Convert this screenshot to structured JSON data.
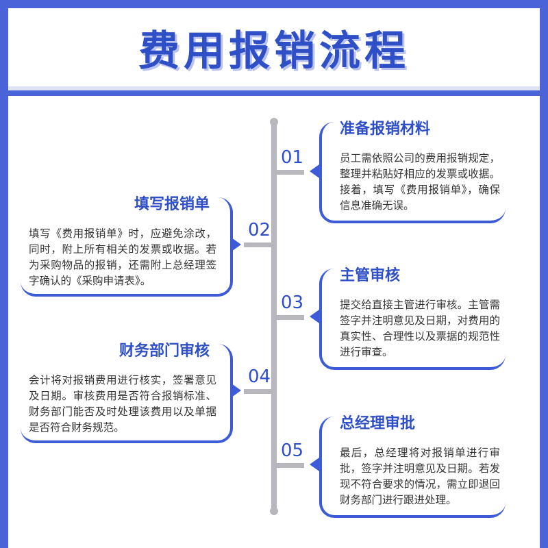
{
  "header": {
    "title": "费用报销流程"
  },
  "steps": [
    {
      "num": "01",
      "title": "准备报销材料",
      "body": "员工需依照公司的费用报销规定，整理并粘贴好相应的发票或收据。接着，填写《费用报销单》，确保信息准确无误。"
    },
    {
      "num": "02",
      "title": "填写报销单",
      "body": "填写《费用报销单》时，应避免涂改，同时，附上所有相关的发票或收据。若为采购物品的报销，还需附上总经理签字确认的《采购申请表》。"
    },
    {
      "num": "03",
      "title": "主管审核",
      "body": "提交给直接主管进行审核。主管需签字并注明意见及日期，对费用的真实性、合理性以及票据的规范性进行审查。"
    },
    {
      "num": "04",
      "title": "财务部门审核",
      "body": "会计将对报销费用进行核实，签署意见及日期。审核费用是否符合报销标准、财务部门能否及时处理该费用以及单据是否符合财务规范。"
    },
    {
      "num": "05",
      "title": "总经理审批",
      "body": "最后，总经理将对报销单进行审批，签字并注明意见及日期。若发现不符合要求的情况，需立即退回财务部门进行跟进处理。"
    }
  ],
  "colors": {
    "primary": "#3d5bd6",
    "background": "#4a63d8",
    "timeline": "#b7b7bd"
  }
}
